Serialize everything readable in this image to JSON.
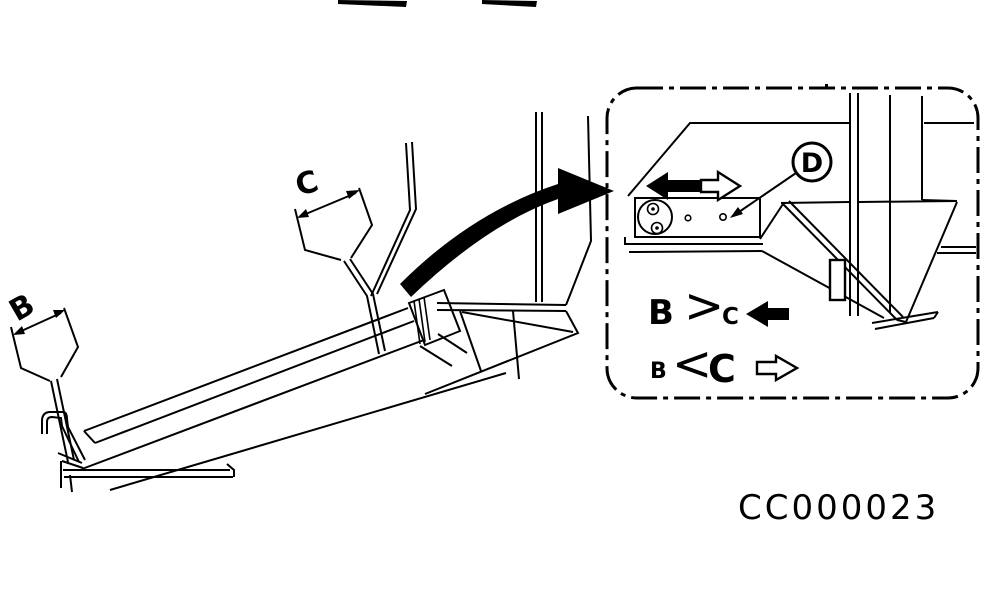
{
  "figure": {
    "kind": "service-manual-line-illustration",
    "code": "CC000023",
    "main_view": {
      "dim_label_b": "B",
      "dim_label_c": "C",
      "callout_arrow_icon": "curved-arrow-right"
    },
    "inset": {
      "part_label_d": "D",
      "slide_arrow_icons": [
        "arrow-left-solid",
        "arrow-right-outline"
      ],
      "rules": [
        {
          "left": "B",
          "op": ">",
          "right": "C",
          "arrow_icon": "arrow-left-solid"
        },
        {
          "left": "B",
          "op": "<",
          "right": "C",
          "arrow_icon": "arrow-right-outline"
        }
      ]
    },
    "colors": {
      "ink": "#000000",
      "paper": "#ffffff"
    }
  }
}
